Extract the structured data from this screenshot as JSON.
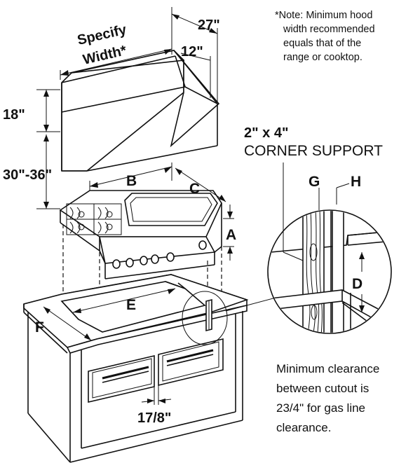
{
  "dimensions": {
    "specify_line1": "Specify",
    "specify_line2": "Width*",
    "depth_27": "27\"",
    "depth_12": "12\"",
    "height_18": "18\"",
    "height_30_36": "30\"-36\"",
    "spacing": "17/8\""
  },
  "letters": {
    "A": "A",
    "B": "B",
    "C": "C",
    "D": "D",
    "E": "E",
    "F": "F",
    "G": "G",
    "H": "H"
  },
  "note": {
    "line1": "*Note: Minimum hood",
    "line2": "width recommended",
    "line3": "equals that of the",
    "line4": "range or cooktop."
  },
  "corner_support": {
    "line1": "2\" x 4\"",
    "line2": "CORNER SUPPORT"
  },
  "clearance_note": {
    "line1": "Minimum clearance",
    "line2": "between cutout is",
    "line3": "23/4\" for gas line",
    "line4": "clearance."
  }
}
